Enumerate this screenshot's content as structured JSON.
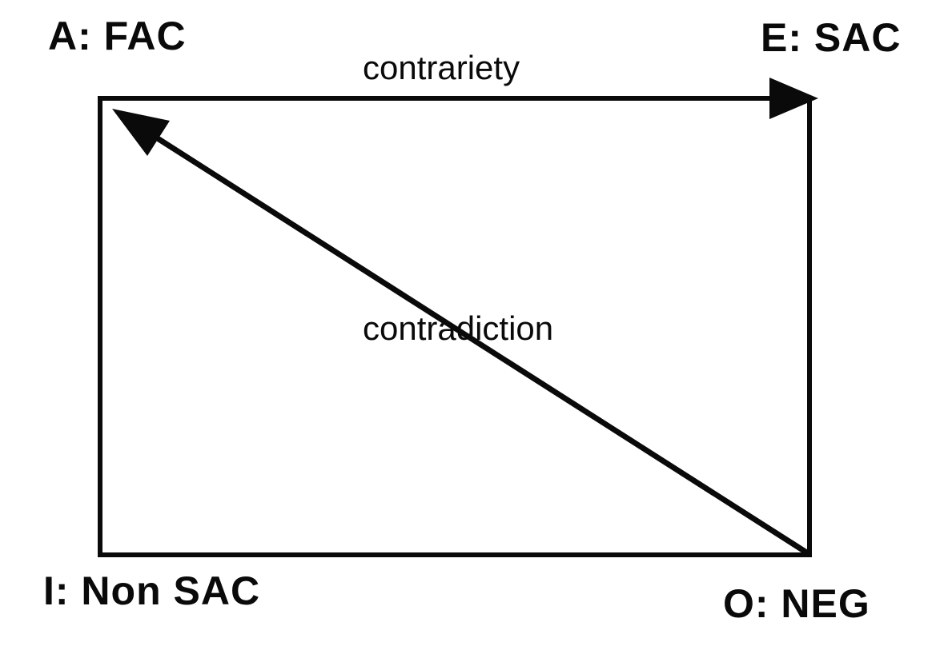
{
  "diagram": {
    "title": "square-of-opposition",
    "corners": {
      "top_left": "A: FAC",
      "top_right": "E: SAC",
      "bottom_left": "I: Non SAC",
      "bottom_right": "O: NEG"
    },
    "edges": {
      "top": "contrariety",
      "diagonal": "contradiction"
    },
    "colors": {
      "line": "#0a0a0a",
      "text": "#0a0a0a",
      "background": "#ffffff"
    }
  }
}
